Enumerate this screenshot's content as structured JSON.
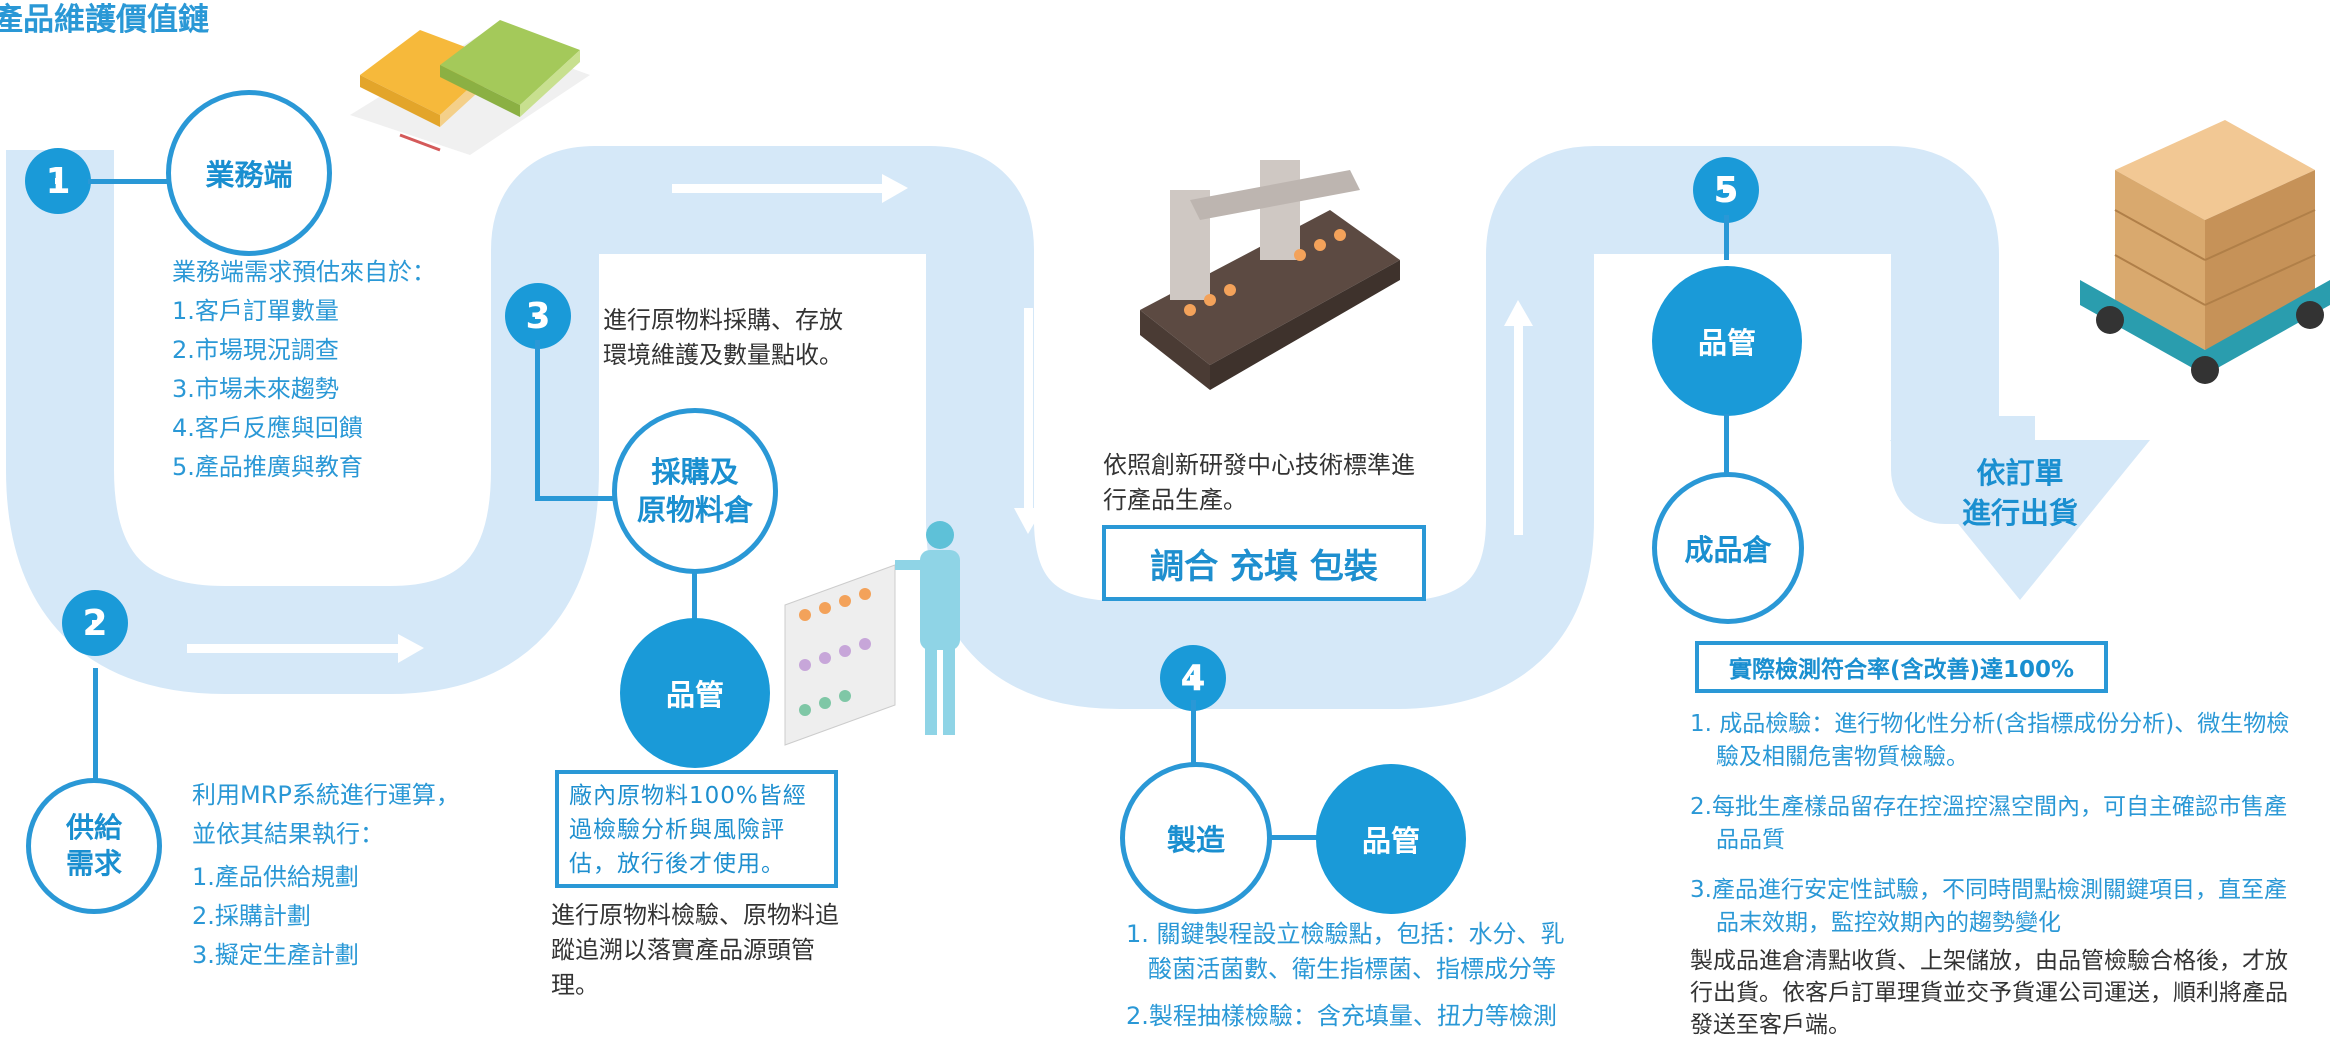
{
  "title": "產品維護價值鏈",
  "step1": {
    "number": "1",
    "circle_label": "業務端",
    "heading": "業務端需求預估來自於：",
    "items": [
      "1.客戶訂單數量",
      "2.市場現況調查",
      "3.市場未來趨勢",
      "4.客戶反應與回饋",
      "5.產品推廣與教育"
    ]
  },
  "step2": {
    "number": "2",
    "circle_label": [
      "供給",
      "需求"
    ],
    "intro": [
      "利用MRP系統進行運算，",
      "並依其結果執行："
    ],
    "items": [
      "1.產品供給規劃",
      "2.採購計劃",
      "3.擬定生產計劃"
    ]
  },
  "step3": {
    "number": "3",
    "desc": [
      "進行原物料採購、存放",
      "環境維護及數量點收。"
    ],
    "circle_label": [
      "採購及",
      "原物料倉"
    ],
    "qc_label": "品管",
    "box_text": [
      "廠內原物料100%皆經",
      "過檢驗分析與風險評",
      "估，放行後才使用。"
    ],
    "footer": [
      "進行原物料檢驗、原物料追",
      "蹤追溯以落實產品源頭管",
      "理。"
    ]
  },
  "production": {
    "desc": [
      "依照創新研發中心技術標準進",
      "行產品生產。"
    ],
    "box_label": "調合 充填 包裝"
  },
  "step4": {
    "number": "4",
    "circle_label": "製造",
    "qc_label": "品管",
    "items": [
      [
        "1. 關鍵製程設立檢驗點，包括：水分、乳",
        "酸菌活菌數、衛生指標菌、指標成分等"
      ],
      [
        "2.製程抽樣檢驗：含充填量、扭力等檢測"
      ]
    ]
  },
  "step5": {
    "number": "5",
    "qc_label": "品管",
    "circle_label": "成品倉",
    "arrow_label": [
      "依訂單",
      "進行出貨"
    ],
    "badge": "實際檢測符合率(含改善)達100%",
    "items": [
      [
        "1. 成品檢驗：進行物化性分析(含指標成份分析)、微生物檢",
        "驗及相關危害物質檢驗。"
      ],
      [
        "2.每批生產樣品留存在控溫控濕空間內，可自主確認市售產",
        "品品質"
      ],
      [
        "3.產品進行安定性試驗，不同時間點檢測關鍵項目，直至產",
        "品末效期，監控效期內的趨勢變化"
      ]
    ],
    "footer": [
      "製成品進倉清點收貨、上架儲放，由品管檢驗合格後，才放",
      "行出貨。依客戶訂單理貨並交予貨運公司運送，順利將產品",
      "發送至客戶端。"
    ]
  }
}
